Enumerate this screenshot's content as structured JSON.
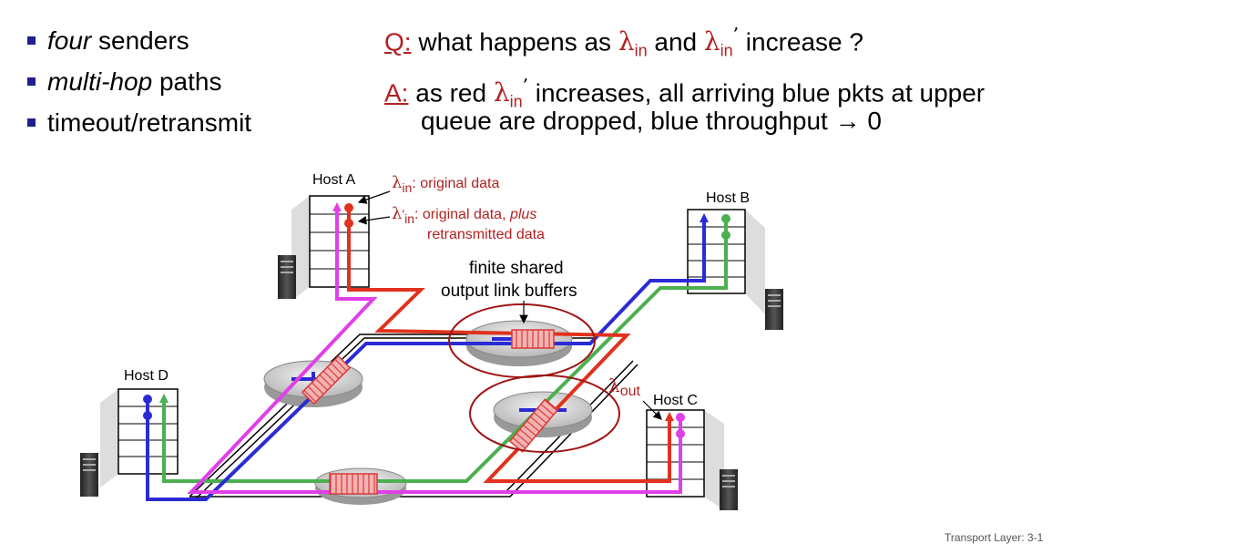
{
  "bullets": [
    {
      "em": "four",
      "rest": " senders"
    },
    {
      "em": "multi-hop",
      "rest": " paths"
    },
    {
      "em": "",
      "rest": "timeout/retransmit"
    }
  ],
  "question": {
    "lead": "Q:",
    "t1": " what happens as ",
    "sym": "λ",
    "sub": "in",
    "t2": " and ",
    "sup": "’",
    "t3": " increase ?"
  },
  "answer": {
    "lead": "A:",
    "t1": " as red ",
    "t2": " increases, all arriving blue pkts at upper",
    "line2": "queue are dropped, blue throughput → 0"
  },
  "diagram": {
    "hosts": {
      "a": "Host A",
      "b": "Host B",
      "c": "Host C",
      "d": "Host D"
    },
    "lambda_in_label": ": original data",
    "lambda_in_prime_prefix": "'",
    "lambda_in_prime_label": ": original data, ",
    "plus": "plus",
    "retransmitted": "retransmitted data",
    "buffer_line1": "finite shared",
    "buffer_line2": "output link buffers",
    "lambda_out_sub": "out",
    "colors": {
      "red": "#e0321e",
      "blue": "#2b2bd6",
      "green": "#4caf50",
      "magenta": "#e040e8",
      "darkred": "#b22222"
    }
  },
  "footer": "Transport Layer: 3-1"
}
